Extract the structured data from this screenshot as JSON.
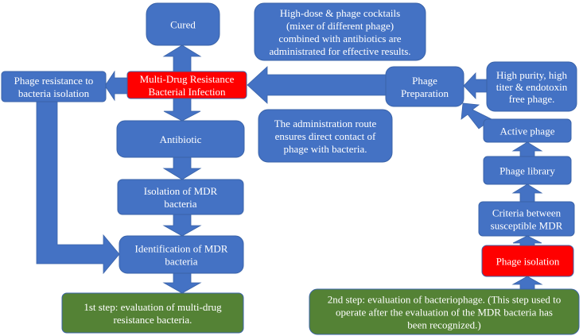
{
  "colors": {
    "blue_box": "#4472c4",
    "red_box": "#ff0000",
    "green_box": "#548235",
    "arrow": "#4472c4",
    "text": "#ffffff"
  },
  "nodes": {
    "cured": [
      "Cured"
    ],
    "cocktails_note": [
      "High-dose & phage cocktails",
      "(mixer of different phage)",
      "combined with antibiotics are",
      "administrated for effective results."
    ],
    "phage_resistance": [
      "Phage resistance to",
      "bacteria isolation"
    ],
    "mdr_infection": [
      "Multi-Drug Resistance",
      "Bacterial Infection"
    ],
    "phage_preparation": [
      "Phage",
      "Preparation"
    ],
    "high_purity": [
      "High purity, high",
      "titer & endotoxin",
      "free phage."
    ],
    "antibiotic": [
      "Antibiotic"
    ],
    "admin_route_note": [
      "The administration route",
      "ensures direct contact of",
      "phage with bacteria."
    ],
    "active_phage": [
      "Active phage"
    ],
    "isolation_mdr": [
      "Isolation of MDR",
      "bacteria"
    ],
    "phage_library": [
      "Phage library"
    ],
    "criteria": [
      "Criteria between",
      "susceptible MDR"
    ],
    "identification_mdr": [
      "Identification of MDR",
      "bacteria"
    ],
    "phage_isolation": [
      "Phage isolation"
    ],
    "step1": [
      "1st step: evaluation of multi-drug",
      "resistance bacteria."
    ],
    "step2": [
      "2nd step: evaluation of bacteriophage. (This step used to",
      "operate after the evaluation of the MDR bacteria has",
      "been recognized.)"
    ]
  }
}
